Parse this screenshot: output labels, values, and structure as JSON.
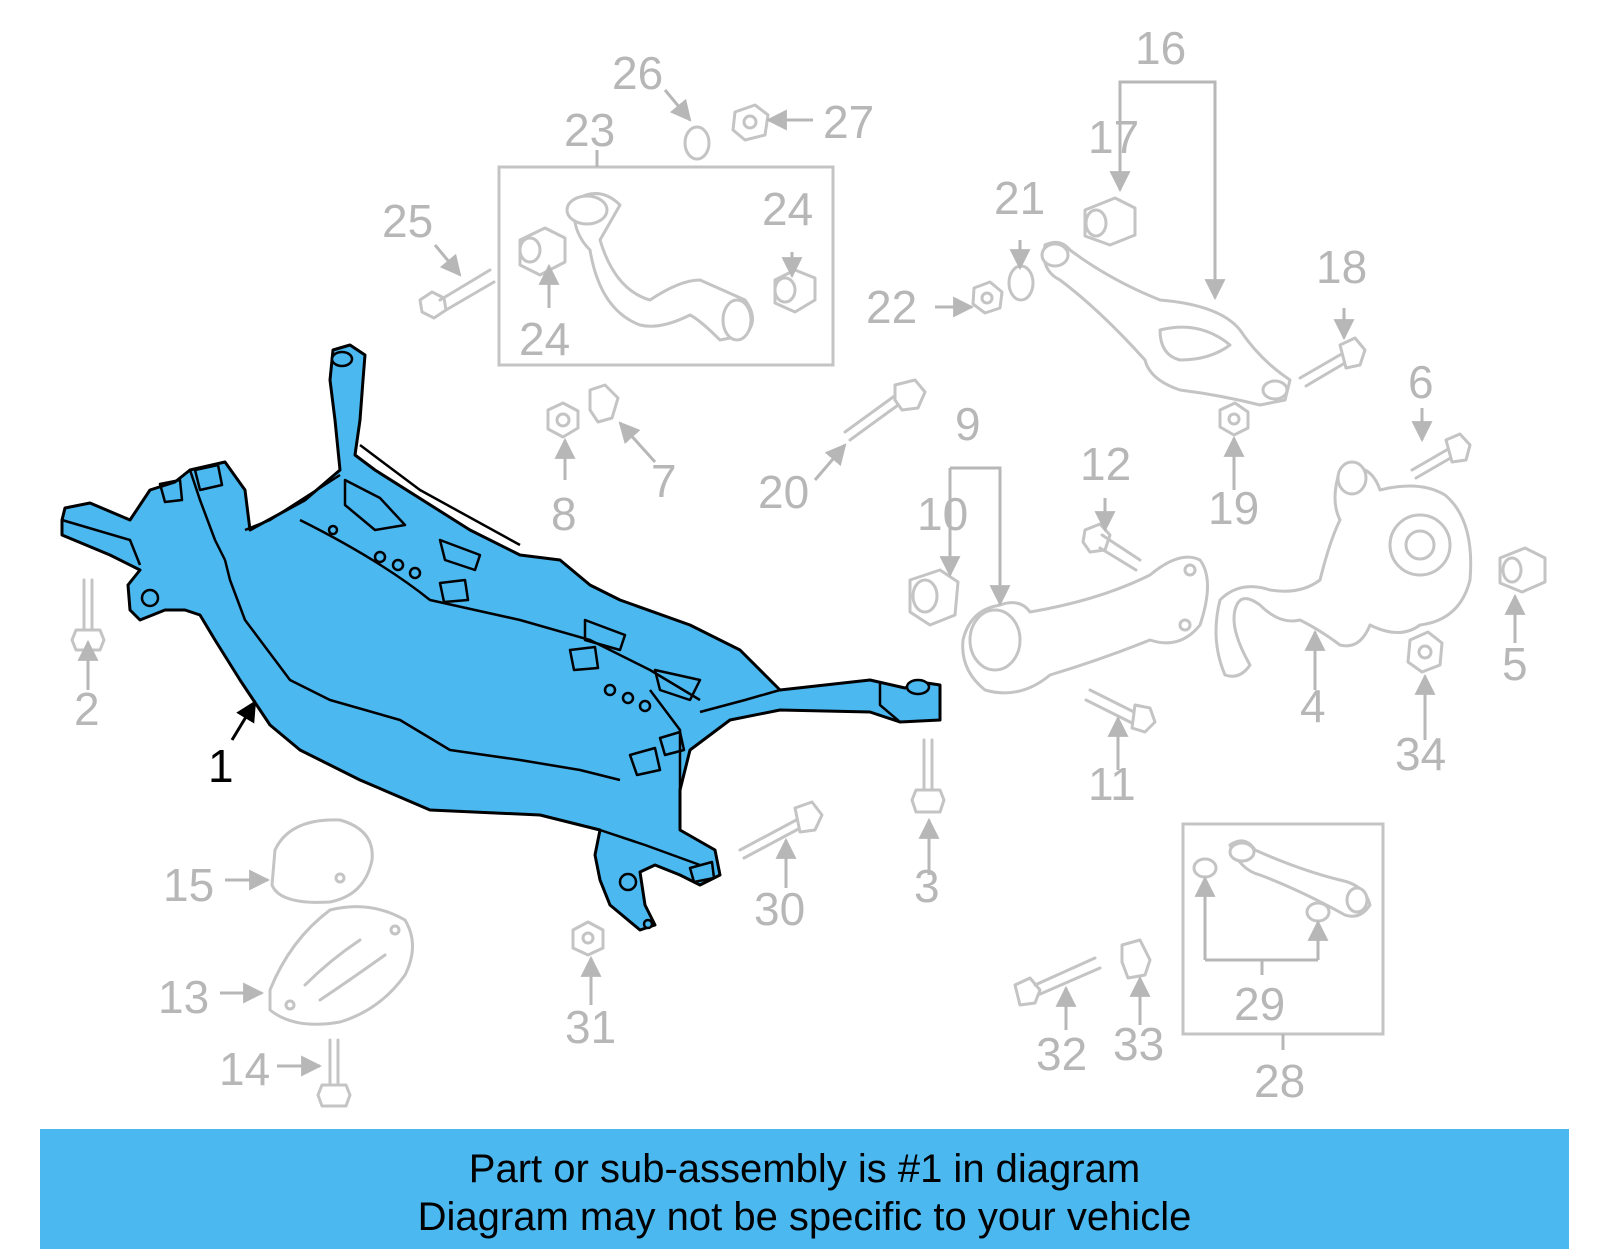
{
  "diagram": {
    "highlighted_part": "1",
    "colors": {
      "highlight": "#4bb8f0",
      "parts": "#c4c4c4",
      "labels": "#b7b7b7",
      "outline": "#000000"
    },
    "callouts": [
      "1",
      "2",
      "3",
      "4",
      "5",
      "6",
      "7",
      "8",
      "9",
      "10",
      "11",
      "12",
      "13",
      "14",
      "15",
      "16",
      "17",
      "18",
      "19",
      "20",
      "21",
      "22",
      "23",
      "24",
      "24",
      "25",
      "26",
      "27",
      "28",
      "29",
      "30",
      "31",
      "32",
      "33",
      "34"
    ]
  },
  "banner": {
    "line1": "Part or sub-assembly is #1 in diagram",
    "line2": "Diagram may not be specific to your vehicle"
  }
}
